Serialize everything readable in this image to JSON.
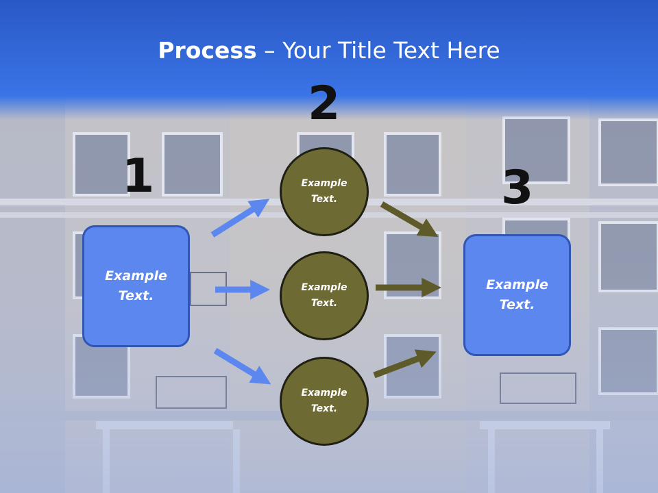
{
  "title": {
    "bold": "Process",
    "rest": " – Your Title Text Here"
  },
  "steps": [
    {
      "number": "1",
      "text_line1": "Example",
      "text_line2": "Text."
    },
    {
      "number": "2"
    },
    {
      "number": "3",
      "text_line1": "Example",
      "text_line2": "Text."
    }
  ],
  "circles": [
    {
      "text_line1": "Example",
      "text_line2": "Text."
    },
    {
      "text_line1": "Example",
      "text_line2": "Text."
    },
    {
      "text_line1": "Example",
      "text_line2": "Text."
    }
  ],
  "colors": {
    "header_blue": "#2b62d9",
    "box_fill": "#5b87ee",
    "circle_fill": "#6e6a33",
    "arrow_blue": "#5b87ee",
    "arrow_olive": "#5e5a2a"
  }
}
